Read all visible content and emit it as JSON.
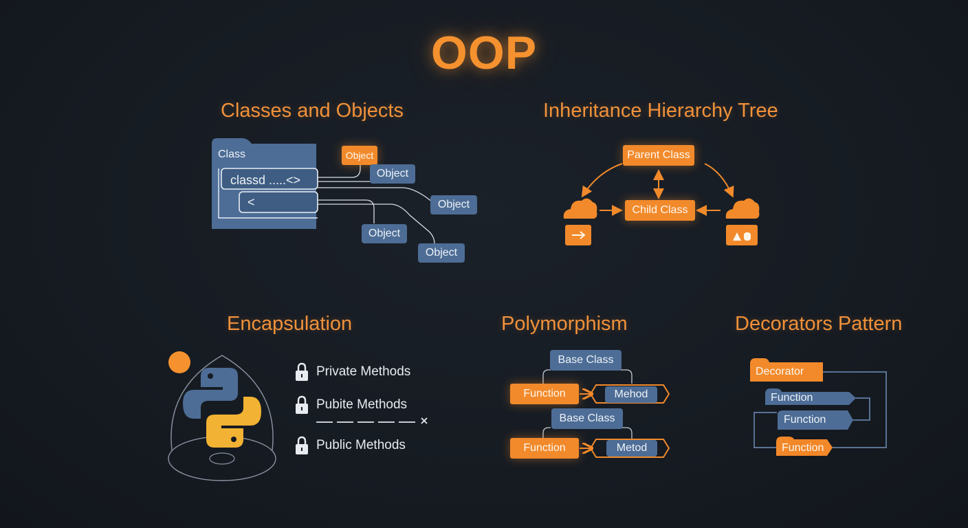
{
  "title": "OOP",
  "colors": {
    "accent": "#f28a2b",
    "blue": "#4d6d96",
    "background": "#161b22",
    "line": "#8ea6c8"
  },
  "classes_objects": {
    "title": "Classes and Objects",
    "class_label": "Class",
    "code_line": "classd .....<>",
    "code_line2": "<",
    "objects": [
      "Object",
      "Object",
      "Object",
      "Object",
      "Object"
    ]
  },
  "inheritance": {
    "title": "Inheritance Hierarchy Tree",
    "parent": "Parent Class",
    "child": "Child Class",
    "left_icon": "cloud-icon",
    "right_icon": "cloud-icon"
  },
  "encapsulation": {
    "title": "Encapsulation",
    "logo": "python-logo",
    "items": [
      "Private Methods",
      "Pubite Methods",
      "Public Methods"
    ]
  },
  "polymorphism": {
    "title": "Polymorphism",
    "groups": [
      {
        "base": "Base Class",
        "function": "Function",
        "method": "Mehod"
      },
      {
        "base": "Base Class",
        "function": "Function",
        "method": "Metod"
      }
    ]
  },
  "decorators": {
    "title": "Decorators Pattern",
    "decorator": "Decorator",
    "functions": [
      "Function",
      "Function",
      "Function"
    ]
  }
}
